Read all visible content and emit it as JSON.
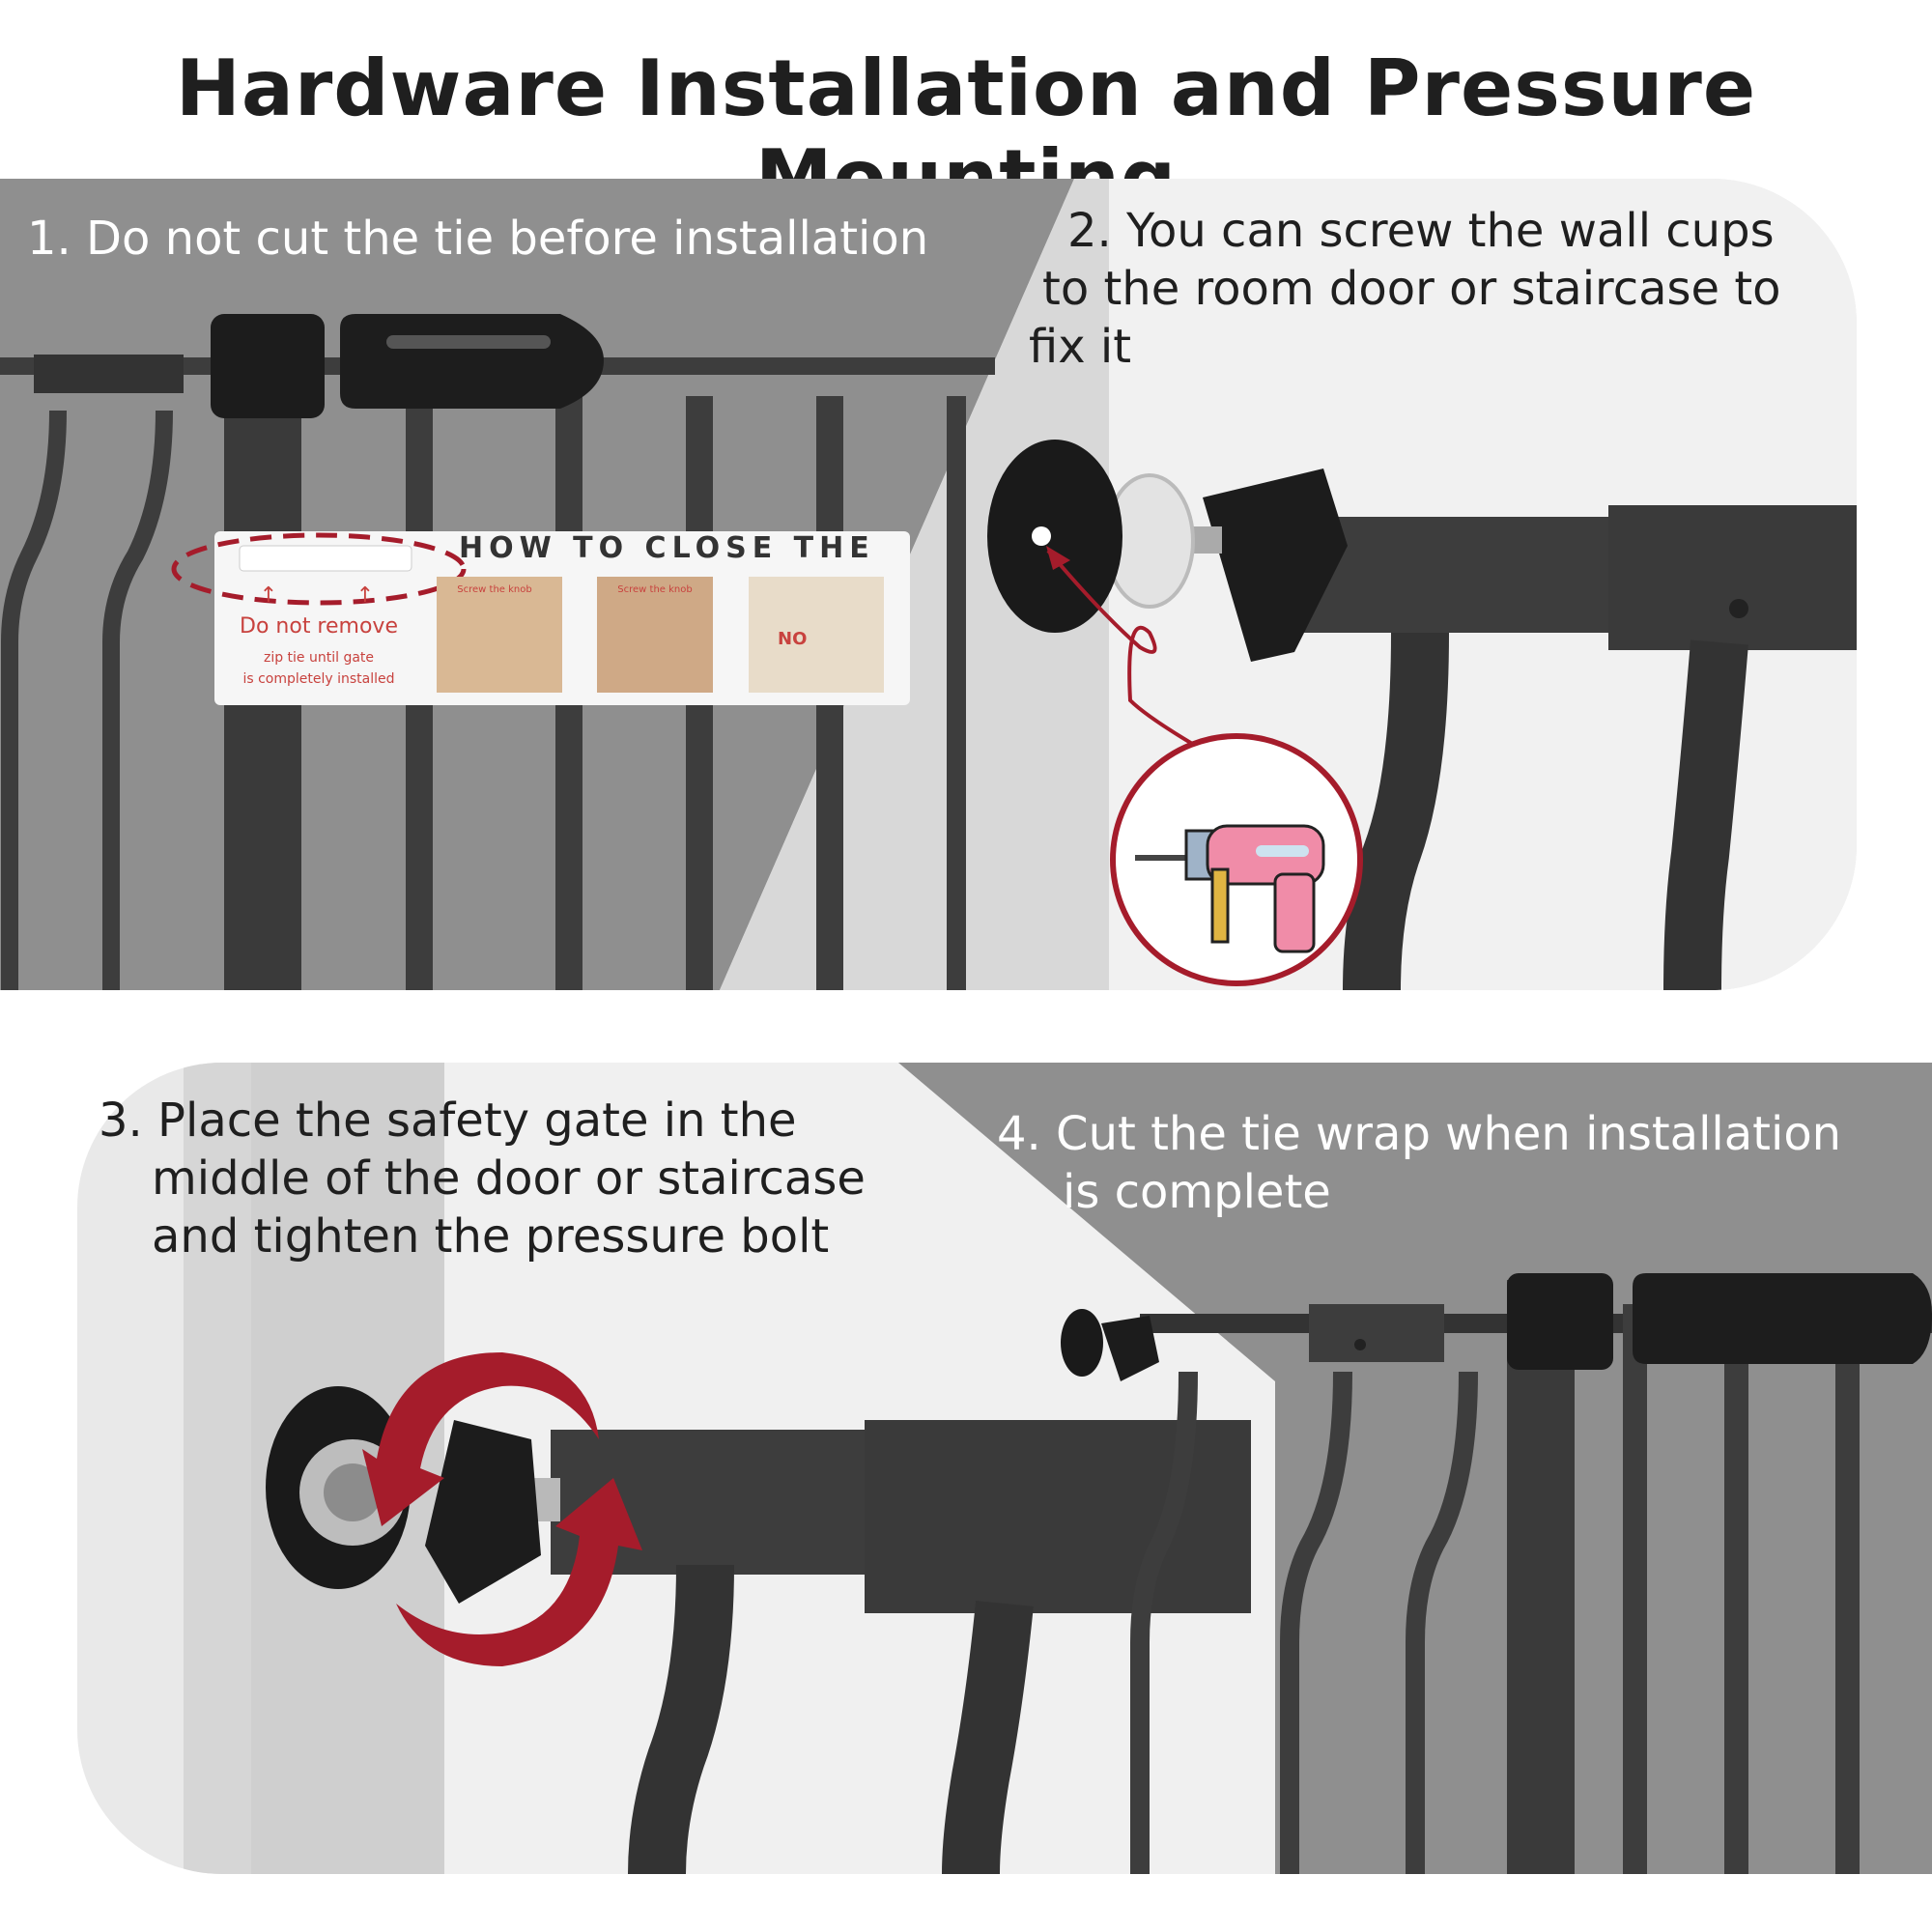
{
  "title": "Hardware Installation and Pressure Mounting",
  "steps": [
    {
      "lines": [
        "1. Do not cut the tie before installation"
      ]
    },
    {
      "lines": [
        "2. You can screw the wall cups",
        " to the room door or staircase to",
        "fix it"
      ]
    },
    {
      "lines": [
        "3. Place the safety gate in the",
        "middle of the door or staircase",
        "and tighten the pressure bolt"
      ]
    },
    {
      "lines": [
        "4. Cut the tie wrap when installation",
        "is complete"
      ]
    }
  ],
  "label": {
    "header": "HOW TO CLOSE THE",
    "warning_title": "Do not remove",
    "warning_line1": "zip tie until gate",
    "warning_line2": "is completely installed",
    "photo1_caption": "Screw the knob",
    "photo2_caption": "Screw the knob",
    "photo3_mark": "NO"
  },
  "icons": [
    "wall-cup-icon",
    "drill-icon",
    "rotate-arrow-icon"
  ],
  "colors": {
    "accent_red": "#a51c2b",
    "panel_grey": "#8e8e8e",
    "panel_light": "#efefef",
    "gate_dark": "#3d3d3d"
  }
}
